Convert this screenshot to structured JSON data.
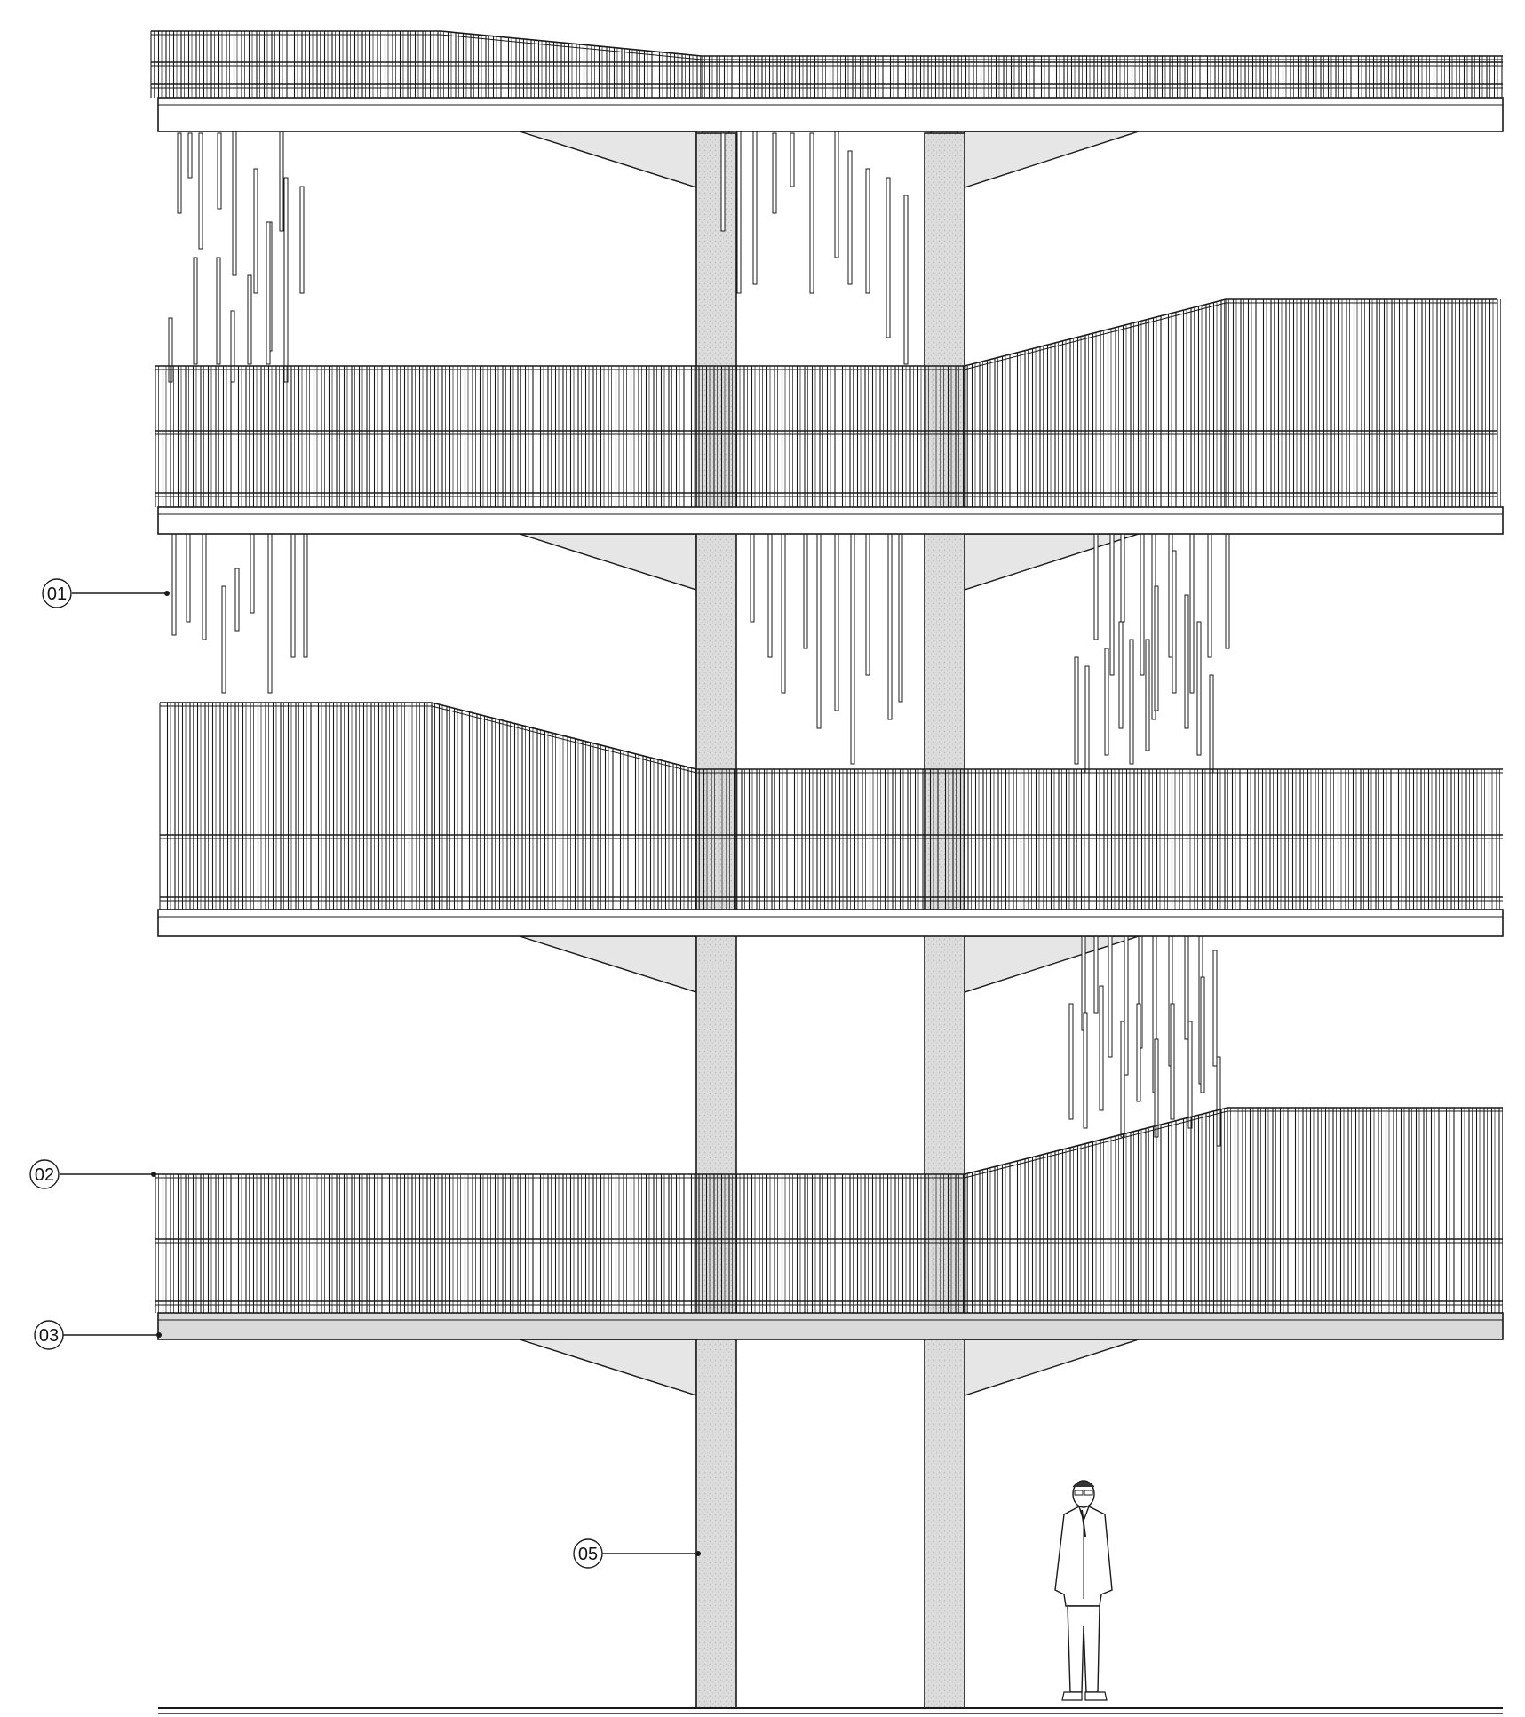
{
  "drawing": {
    "view": "elevation",
    "colors": {
      "line": "#1a1a1a",
      "concrete_fill": "#dadada",
      "haunch_fill": "#e6e6e6",
      "background": "#ffffff"
    },
    "callouts": [
      {
        "id": "01",
        "label": "01"
      },
      {
        "id": "02",
        "label": "02"
      },
      {
        "id": "03",
        "label": "03"
      },
      {
        "id": "05",
        "label": "05"
      }
    ],
    "person_figure": "standing-man-scale-figure"
  }
}
